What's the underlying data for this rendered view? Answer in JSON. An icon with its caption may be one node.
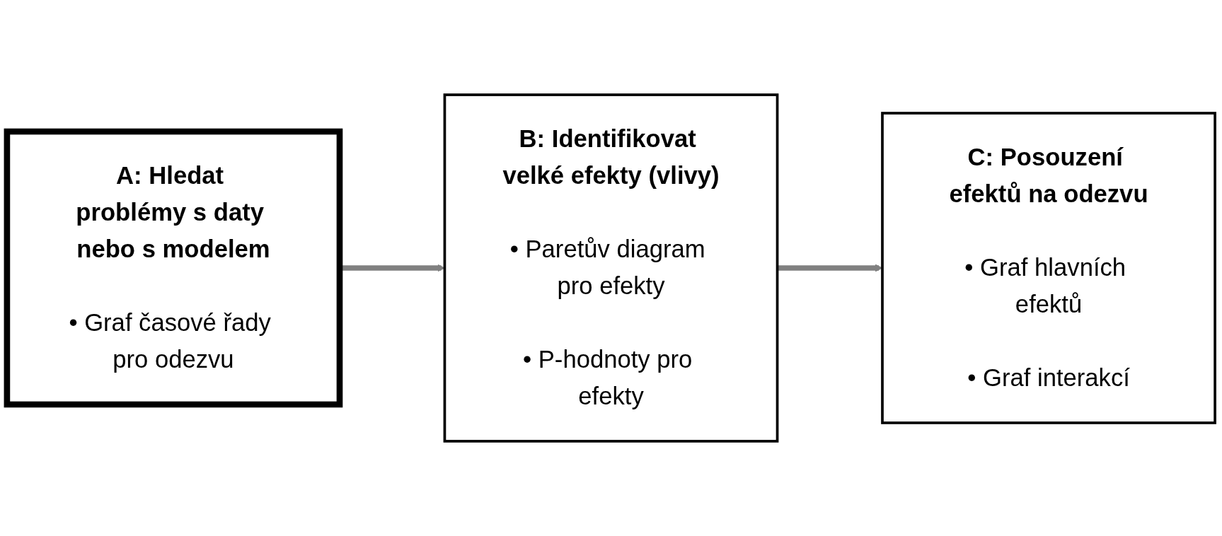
{
  "diagram": {
    "nodes": [
      {
        "text": [
          "A: Hledat problémy s daty nebo s modelem",
          "• Graf časové řady pro odezvu"
        ]
      },
      {
        "text": [
          "B: Identifikovat velké efekty (vlivy)",
          "• Paretův diagram pro efekty",
          "• P-hodnoty pro efekty"
        ]
      },
      {
        "text": [
          "C: Posouzení efektů na odezvu",
          "• Graf hlavních efektů",
          "• Graf interakcí"
        ]
      }
    ],
    "edges": [
      {
        "from": 0,
        "to": 1,
        "arrow": "to"
      },
      {
        "from": 1,
        "to": 2,
        "arrow": "to"
      }
    ]
  }
}
